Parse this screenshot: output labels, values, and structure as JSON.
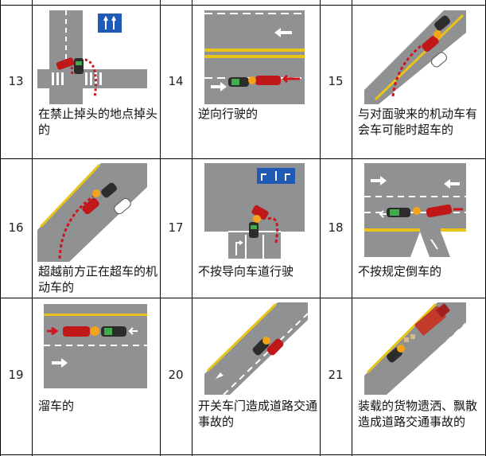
{
  "rows": [
    {
      "cells": [
        {
          "number": "13",
          "caption": "在禁止掉头的地点掉头的"
        },
        {
          "number": "14",
          "caption": "逆向行驶的"
        },
        {
          "number": "15",
          "caption": "与对面驶来的机动车有会车可能时超车的"
        }
      ]
    },
    {
      "cells": [
        {
          "number": "16",
          "caption": "超越前方正在超车的机动车的"
        },
        {
          "number": "17",
          "caption": "不按导向车道行驶"
        },
        {
          "number": "18",
          "caption": "不按规定倒车的"
        }
      ]
    },
    {
      "cells": [
        {
          "number": "19",
          "caption": "溜车的"
        },
        {
          "number": "20",
          "caption": "开关车门造成道路交通事故的"
        },
        {
          "number": "21",
          "caption": "装载的货物遗洒、飘散造成道路交通事故的"
        }
      ]
    }
  ],
  "colors": {
    "road": "#8f9193",
    "yellow": "#e8c41a",
    "arrow_red": "#d0141c",
    "sign_blue": "#1f5bb5"
  },
  "icons": {
    "13": "u-turn-scene-icon",
    "14": "wrong-way-scene-icon",
    "15": "oncoming-overtake-scene-icon",
    "16": "overtake-overtaking-car-scene-icon",
    "17": "guide-lane-violation-scene-icon",
    "18": "improper-reversing-scene-icon",
    "19": "rolling-car-scene-icon",
    "20": "car-door-accident-scene-icon",
    "21": "spilled-cargo-scene-icon"
  }
}
